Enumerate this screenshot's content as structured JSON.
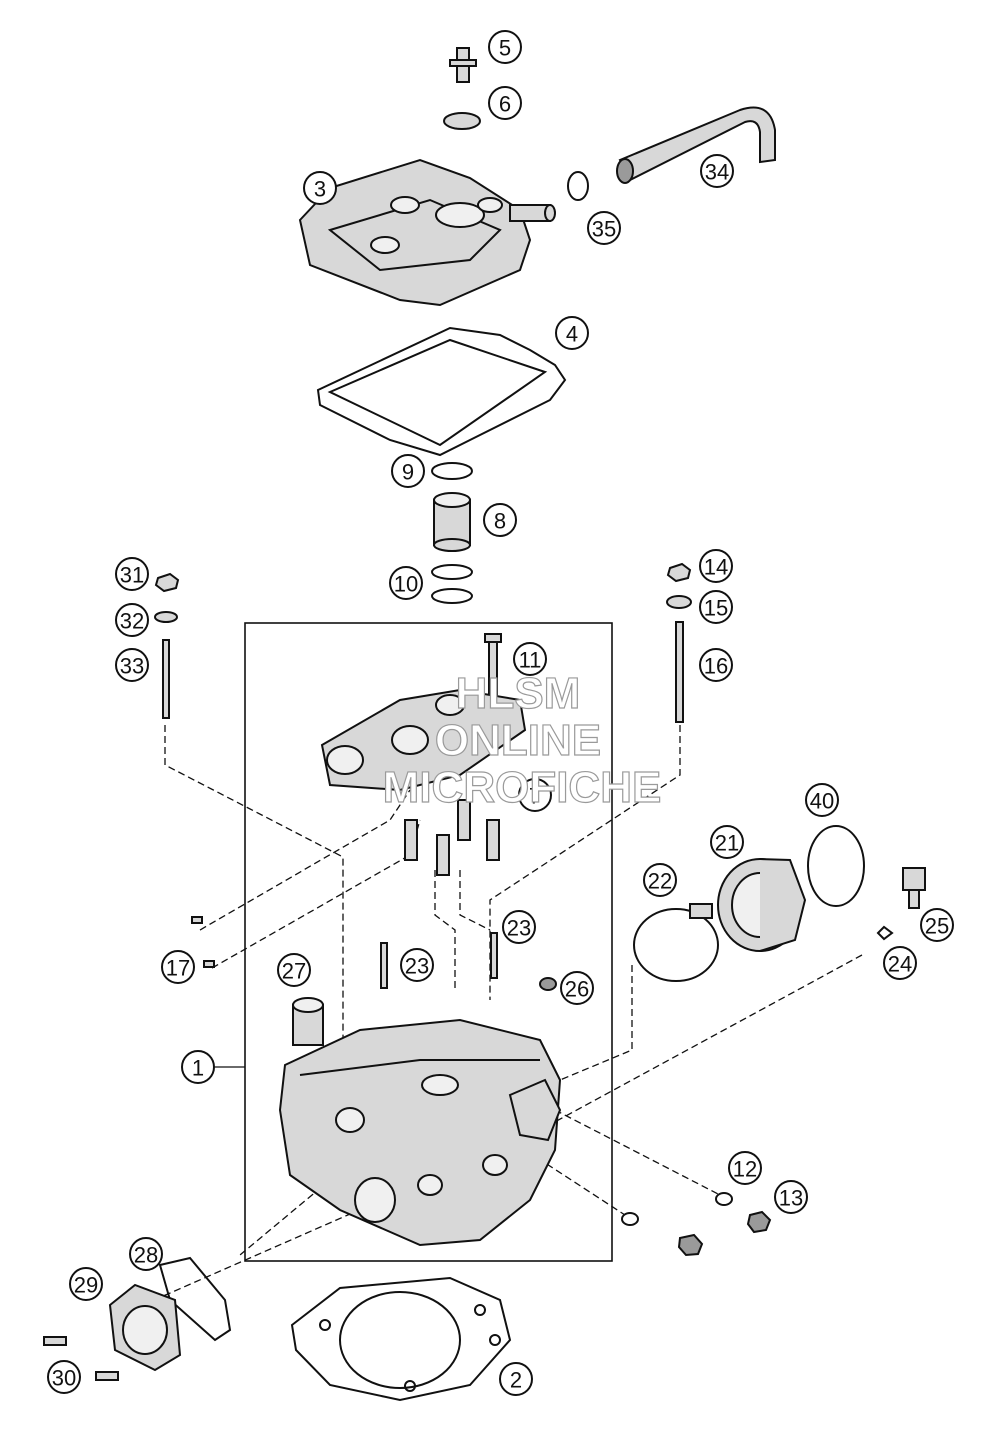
{
  "watermark": {
    "line1": "HLSM",
    "line2": "ONLINE",
    "line3": "MICROFICHE"
  },
  "callouts": [
    {
      "id": "c1",
      "label": "1"
    },
    {
      "id": "c2",
      "label": "2"
    },
    {
      "id": "c3",
      "label": "3"
    },
    {
      "id": "c4",
      "label": "4"
    },
    {
      "id": "c5",
      "label": "5"
    },
    {
      "id": "c6",
      "label": "6"
    },
    {
      "id": "c7",
      "label": "7"
    },
    {
      "id": "c8",
      "label": "8"
    },
    {
      "id": "c9",
      "label": "9"
    },
    {
      "id": "c10",
      "label": "10"
    },
    {
      "id": "c11",
      "label": "11"
    },
    {
      "id": "c12",
      "label": "12"
    },
    {
      "id": "c13",
      "label": "13"
    },
    {
      "id": "c14",
      "label": "14"
    },
    {
      "id": "c15",
      "label": "15"
    },
    {
      "id": "c16",
      "label": "16"
    },
    {
      "id": "c17",
      "label": "17"
    },
    {
      "id": "c21",
      "label": "21"
    },
    {
      "id": "c22",
      "label": "22"
    },
    {
      "id": "c23a",
      "label": "23"
    },
    {
      "id": "c23b",
      "label": "23"
    },
    {
      "id": "c24",
      "label": "24"
    },
    {
      "id": "c25",
      "label": "25"
    },
    {
      "id": "c26",
      "label": "26"
    },
    {
      "id": "c27",
      "label": "27"
    },
    {
      "id": "c28",
      "label": "28"
    },
    {
      "id": "c29",
      "label": "29"
    },
    {
      "id": "c30",
      "label": "30"
    },
    {
      "id": "c31",
      "label": "31"
    },
    {
      "id": "c32",
      "label": "32"
    },
    {
      "id": "c33",
      "label": "33"
    },
    {
      "id": "c34",
      "label": "34"
    },
    {
      "id": "c35",
      "label": "35"
    },
    {
      "id": "c40",
      "label": "40"
    }
  ]
}
